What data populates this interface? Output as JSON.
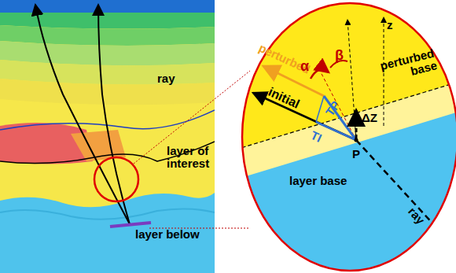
{
  "diagram": {
    "labels": [
      "ray",
      "layer of interest",
      "layer below",
      "perturbed",
      "α",
      "β",
      "z",
      "perturbed base",
      "initial",
      "ΔZ",
      "TP",
      "TI",
      "layer base",
      "P",
      "ray"
    ]
  }
}
